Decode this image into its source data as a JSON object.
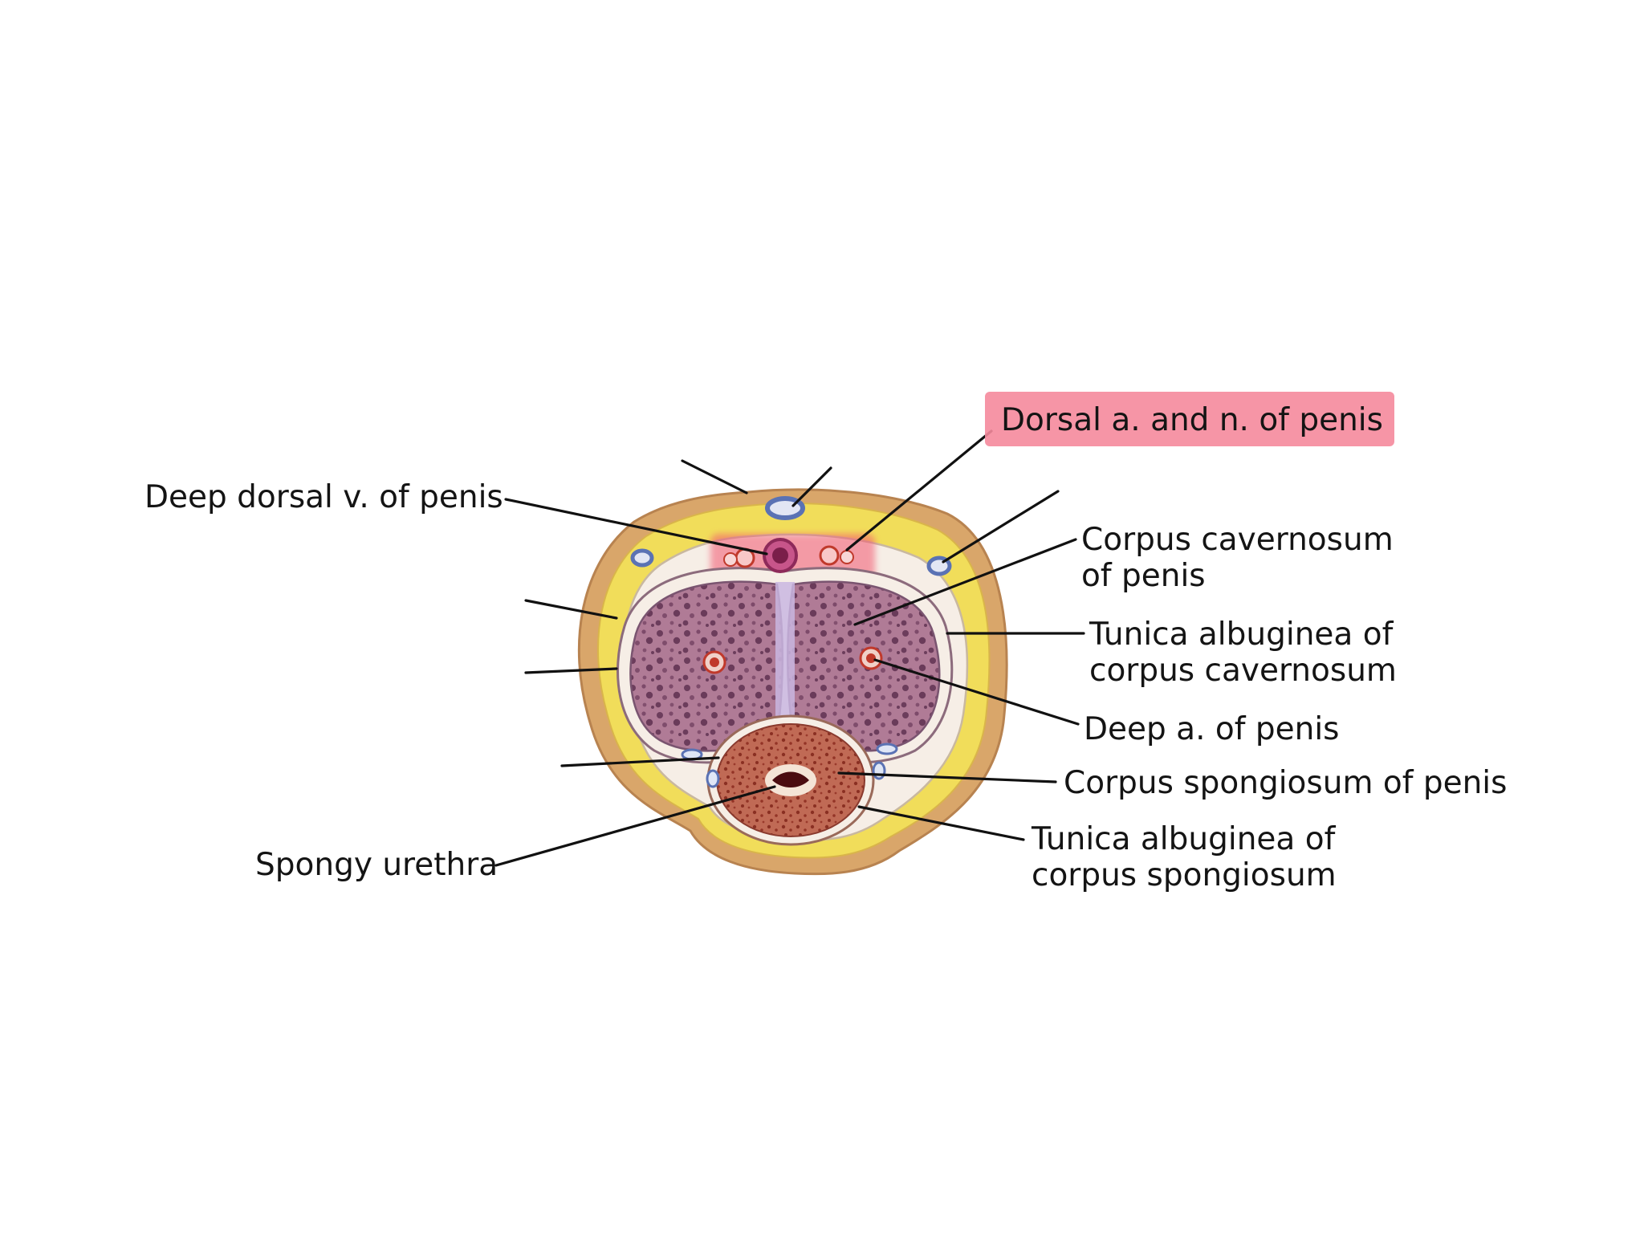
{
  "diagram": {
    "labels": {
      "dorsal_artery_nerve": "Dorsal a. and n. of penis",
      "deep_dorsal_vein": "Deep dorsal v. of penis",
      "corpus_cavernosum_line1": "Corpus cavernosum",
      "corpus_cavernosum_line2": "of penis",
      "tunica_cavernosum_line1": "Tunica albuginea of",
      "tunica_cavernosum_line2": "corpus cavernosum",
      "deep_artery": "Deep a. of penis",
      "corpus_spongiosum": "Corpus spongiosum of penis",
      "tunica_spongiosum_line1": "Tunica albuginea of",
      "tunica_spongiosum_line2": "corpus spongiosum",
      "spongy_urethra": "Spongy urethra"
    },
    "colors": {
      "skin": "#d9a66a",
      "fat": "#f1dd5a",
      "tunica": "#f6eee6",
      "cavernosum": "#a9738f",
      "spongiosum": "#b8524a",
      "vein": "#5a72b4",
      "artery": "#c0392b",
      "highlight": "#f2576f"
    }
  }
}
